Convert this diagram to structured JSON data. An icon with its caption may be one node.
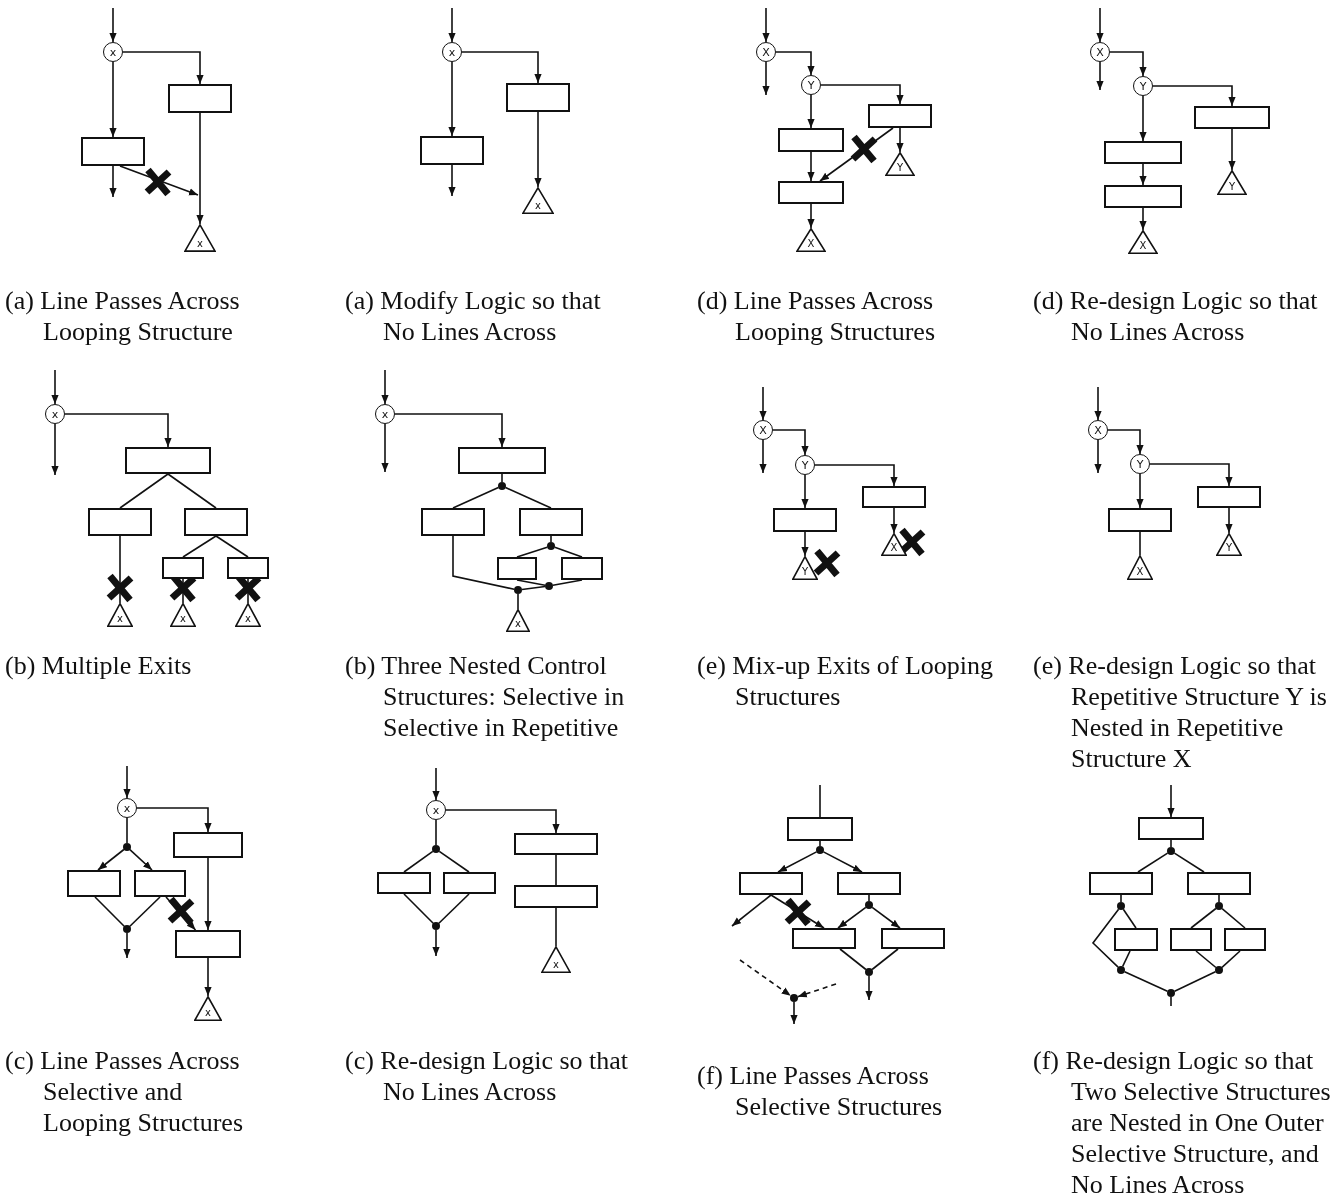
{
  "diagram": {
    "nodes": [
      {
        "text": [
          "x"
        ]
      },
      {
        "text": [],
        "shape": "box"
      },
      {
        "text": [],
        "shape": "box"
      },
      {
        "text": [
          "x"
        ]
      },
      {
        "text": [
          "x"
        ]
      },
      {
        "text": [],
        "shape": "box"
      },
      {
        "text": [],
        "shape": "box"
      },
      {
        "text": [
          "x"
        ]
      },
      {
        "text": [
          "X"
        ]
      },
      {
        "text": [
          "Y"
        ]
      },
      {
        "text": [],
        "shape": "box"
      },
      {
        "text": [],
        "shape": "box"
      },
      {
        "text": [
          "Y"
        ]
      },
      {
        "text": [],
        "shape": "box"
      },
      {
        "text": [
          "X"
        ]
      },
      {
        "text": [
          "X"
        ]
      },
      {
        "text": [
          "Y"
        ]
      },
      {
        "text": [],
        "shape": "box"
      },
      {
        "text": [],
        "shape": "box"
      },
      {
        "text": [
          "Y"
        ]
      },
      {
        "text": [],
        "shape": "box"
      },
      {
        "text": [
          "X"
        ]
      },
      {
        "text": [
          "x"
        ]
      },
      {
        "text": [],
        "shape": "box"
      },
      {
        "text": [],
        "shape": "box"
      },
      {
        "text": [],
        "shape": "box"
      },
      {
        "text": [],
        "shape": "box"
      },
      {
        "text": [],
        "shape": "box"
      },
      {
        "text": [
          "x"
        ]
      },
      {
        "text": [
          "x"
        ]
      },
      {
        "text": [
          "x"
        ]
      },
      {
        "text": [
          "x"
        ]
      },
      {
        "text": [],
        "shape": "box"
      },
      {
        "text": [],
        "shape": "dot"
      },
      {
        "text": [],
        "shape": "box"
      },
      {
        "text": [],
        "shape": "box"
      },
      {
        "text": [],
        "shape": "dot"
      },
      {
        "text": [],
        "shape": "box"
      },
      {
        "text": [],
        "shape": "box"
      },
      {
        "text": [],
        "shape": "dot"
      },
      {
        "text": [],
        "shape": "dot"
      },
      {
        "text": [
          "x"
        ]
      },
      {
        "text": [
          "X"
        ]
      },
      {
        "text": [
          "Y"
        ]
      },
      {
        "text": [],
        "shape": "box"
      },
      {
        "text": [],
        "shape": "box"
      },
      {
        "text": [
          "X"
        ]
      },
      {
        "text": [
          "Y"
        ]
      },
      {
        "text": [
          "X"
        ]
      },
      {
        "text": [
          "Y"
        ]
      },
      {
        "text": [],
        "shape": "box"
      },
      {
        "text": [],
        "shape": "box"
      },
      {
        "text": [
          "Y"
        ]
      },
      {
        "text": [
          "X"
        ]
      },
      {
        "text": [
          "x"
        ]
      },
      {
        "text": [],
        "shape": "box"
      },
      {
        "text": [],
        "shape": "dot"
      },
      {
        "text": [],
        "shape": "box"
      },
      {
        "text": [],
        "shape": "box"
      },
      {
        "text": [],
        "shape": "dot"
      },
      {
        "text": [],
        "shape": "box"
      },
      {
        "text": [
          "x"
        ]
      },
      {
        "text": [
          "x"
        ]
      },
      {
        "text": [],
        "shape": "box"
      },
      {
        "text": [],
        "shape": "dot"
      },
      {
        "text": [],
        "shape": "box"
      },
      {
        "text": [],
        "shape": "box"
      },
      {
        "text": [],
        "shape": "box"
      },
      {
        "text": [],
        "shape": "dot"
      },
      {
        "text": [
          "x"
        ]
      },
      {
        "text": [],
        "shape": "box"
      },
      {
        "text": [],
        "shape": "dot"
      },
      {
        "text": [],
        "shape": "box"
      },
      {
        "text": [],
        "shape": "box"
      },
      {
        "text": [],
        "shape": "dot"
      },
      {
        "text": [],
        "shape": "box"
      },
      {
        "text": [],
        "shape": "box"
      },
      {
        "text": [],
        "shape": "dot"
      },
      {
        "text": [],
        "shape": "dot"
      },
      {
        "text": [],
        "shape": "box"
      },
      {
        "text": [],
        "shape": "dot"
      },
      {
        "text": [],
        "shape": "box"
      },
      {
        "text": [],
        "shape": "box"
      },
      {
        "text": [],
        "shape": "dot"
      },
      {
        "text": [],
        "shape": "dot"
      },
      {
        "text": [],
        "shape": "box"
      },
      {
        "text": [],
        "shape": "box"
      },
      {
        "text": [],
        "shape": "box"
      },
      {
        "text": [],
        "shape": "dot"
      },
      {
        "text": [],
        "shape": "dot"
      },
      {
        "text": [],
        "shape": "dot"
      }
    ],
    "edges": [
      {
        "from": null,
        "to": 0,
        "arrow": "to"
      },
      {
        "from": 0,
        "to": 1,
        "arrow": "to"
      },
      {
        "from": 0,
        "to": 2,
        "arrow": "to"
      },
      {
        "from": 2,
        "to": null,
        "arrow": "to"
      },
      {
        "from": 2,
        "to": null,
        "arrow": "to"
      },
      {
        "from": 1,
        "to": 3,
        "arrow": "to"
      },
      {
        "from": null,
        "to": 4,
        "arrow": "to"
      },
      {
        "from": 4,
        "to": 5,
        "arrow": "to"
      },
      {
        "from": 4,
        "to": 6,
        "arrow": "to"
      },
      {
        "from": 6,
        "to": null,
        "arrow": "to"
      },
      {
        "from": 5,
        "to": 7,
        "arrow": "to"
      },
      {
        "from": null,
        "to": 8,
        "arrow": "to"
      },
      {
        "from": 8,
        "to": null,
        "arrow": "to"
      },
      {
        "from": 8,
        "to": 9,
        "arrow": "to"
      },
      {
        "from": 9,
        "to": 10,
        "arrow": "to"
      },
      {
        "from": 9,
        "to": 11,
        "arrow": "to"
      },
      {
        "from": 11,
        "to": 13,
        "arrow": "to"
      },
      {
        "from": 13,
        "to": 14,
        "arrow": "to"
      },
      {
        "from": 10,
        "to": 12,
        "arrow": "to"
      },
      {
        "from": 10,
        "to": 13,
        "arrow": "to"
      },
      {
        "from": null,
        "to": 15,
        "arrow": "to"
      },
      {
        "from": 15,
        "to": null,
        "arrow": "to"
      },
      {
        "from": 15,
        "to": 16,
        "arrow": "to"
      },
      {
        "from": 16,
        "to": 17,
        "arrow": "to"
      },
      {
        "from": 16,
        "to": 18,
        "arrow": "to"
      },
      {
        "from": 18,
        "to": 20,
        "arrow": "to"
      },
      {
        "from": 20,
        "to": 21,
        "arrow": "to"
      },
      {
        "from": 17,
        "to": 19,
        "arrow": "to"
      },
      {
        "from": null,
        "to": 22,
        "arrow": "to"
      },
      {
        "from": 22,
        "to": null,
        "arrow": "to"
      },
      {
        "from": 22,
        "to": 23,
        "arrow": "to"
      },
      {
        "from": 23,
        "to": 24,
        "arrow": "none"
      },
      {
        "from": 23,
        "to": 25,
        "arrow": "none"
      },
      {
        "from": 24,
        "to": 28,
        "arrow": "none"
      },
      {
        "from": 25,
        "to": 26,
        "arrow": "none"
      },
      {
        "from": 25,
        "to": 27,
        "arrow": "none"
      },
      {
        "from": 26,
        "to": 29,
        "arrow": "none"
      },
      {
        "from": 27,
        "to": 30,
        "arrow": "none"
      },
      {
        "from": null,
        "to": 31,
        "arrow": "to"
      },
      {
        "from": 31,
        "to": null,
        "arrow": "to"
      },
      {
        "from": 31,
        "to": 32,
        "arrow": "to"
      },
      {
        "from": 32,
        "to": 33,
        "arrow": "none"
      },
      {
        "from": 33,
        "to": 34,
        "arrow": "none"
      },
      {
        "from": 33,
        "to": 35,
        "arrow": "none"
      },
      {
        "from": 35,
        "to": 36,
        "arrow": "none"
      },
      {
        "from": 36,
        "to": 37,
        "arrow": "none"
      },
      {
        "from": 36,
        "to": 38,
        "arrow": "none"
      },
      {
        "from": 37,
        "to": 39,
        "arrow": "none"
      },
      {
        "from": 38,
        "to": 39,
        "arrow": "none"
      },
      {
        "from": 34,
        "to": 40,
        "arrow": "none"
      },
      {
        "from": 39,
        "to": 40,
        "arrow": "none"
      },
      {
        "from": 40,
        "to": 41,
        "arrow": "none"
      },
      {
        "from": null,
        "to": 42,
        "arrow": "to"
      },
      {
        "from": 42,
        "to": null,
        "arrow": "to"
      },
      {
        "from": 42,
        "to": 43,
        "arrow": "to"
      },
      {
        "from": 43,
        "to": 44,
        "arrow": "to"
      },
      {
        "from": 43,
        "to": 45,
        "arrow": "to"
      },
      {
        "from": 45,
        "to": 47,
        "arrow": "to"
      },
      {
        "from": 44,
        "to": 46,
        "arrow": "to"
      },
      {
        "from": null,
        "to": 48,
        "arrow": "to"
      },
      {
        "from": 48,
        "to": null,
        "arrow": "to"
      },
      {
        "from": 48,
        "to": 49,
        "arrow": "to"
      },
      {
        "from": 49,
        "to": 50,
        "arrow": "to"
      },
      {
        "from": 49,
        "to": 51,
        "arrow": "to"
      },
      {
        "from": 51,
        "to": 53,
        "arrow": "none"
      },
      {
        "from": 50,
        "to": 52,
        "arrow": "to"
      },
      {
        "from": null,
        "to": 54,
        "arrow": "to"
      },
      {
        "from": 54,
        "to": 55,
        "arrow": "to"
      },
      {
        "from": 54,
        "to": 56,
        "arrow": "none"
      },
      {
        "from": 56,
        "to": 57,
        "arrow": "to"
      },
      {
        "from": 56,
        "to": 58,
        "arrow": "to"
      },
      {
        "from": 57,
        "to": 59,
        "arrow": "none"
      },
      {
        "from": 58,
        "to": 59,
        "arrow": "none"
      },
      {
        "from": 59,
        "to": null,
        "arrow": "to"
      },
      {
        "from": 55,
        "to": 60,
        "arrow": "to"
      },
      {
        "from": 58,
        "to": 60,
        "arrow": "to"
      },
      {
        "from": 60,
        "to": 61,
        "arrow": "to"
      },
      {
        "from": null,
        "to": 62,
        "arrow": "to"
      },
      {
        "from": 62,
        "to": 63,
        "arrow": "to"
      },
      {
        "from": 62,
        "to": 64,
        "arrow": "none"
      },
      {
        "from": 64,
        "to": 65,
        "arrow": "none"
      },
      {
        "from": 64,
        "to": 66,
        "arrow": "none"
      },
      {
        "from": 65,
        "to": 68,
        "arrow": "none"
      },
      {
        "from": 66,
        "to": 68,
        "arrow": "none"
      },
      {
        "from": 68,
        "to": null,
        "arrow": "to"
      },
      {
        "from": 63,
        "to": 67,
        "arrow": "none"
      },
      {
        "from": 67,
        "to": 69,
        "arrow": "none"
      },
      {
        "from": null,
        "to": 70,
        "arrow": "none"
      },
      {
        "from": 70,
        "to": 71,
        "arrow": "none"
      },
      {
        "from": 71,
        "to": 72,
        "arrow": "to"
      },
      {
        "from": 71,
        "to": 73,
        "arrow": "to"
      },
      {
        "from": 72,
        "to": null,
        "arrow": "to"
      },
      {
        "from": 72,
        "to": 75,
        "arrow": "to"
      },
      {
        "from": 73,
        "to": 74,
        "arrow": "none"
      },
      {
        "from": 74,
        "to": 75,
        "arrow": "to"
      },
      {
        "from": 74,
        "to": 76,
        "arrow": "to"
      },
      {
        "from": 75,
        "to": 77,
        "arrow": "none"
      },
      {
        "from": 76,
        "to": 77,
        "arrow": "none"
      },
      {
        "from": 77,
        "to": null,
        "arrow": "to"
      },
      {
        "from": null,
        "to": 78,
        "arrow": "to",
        "style": "dashed"
      },
      {
        "from": null,
        "to": 78,
        "arrow": "to",
        "style": "dashed"
      },
      {
        "from": 78,
        "to": null,
        "arrow": "to"
      },
      {
        "from": null,
        "to": 79,
        "arrow": "to"
      },
      {
        "from": 79,
        "to": 80,
        "arrow": "none"
      },
      {
        "from": 80,
        "to": 81,
        "arrow": "none"
      },
      {
        "from": 80,
        "to": 82,
        "arrow": "none"
      },
      {
        "from": 81,
        "to": 83,
        "arrow": "none"
      },
      {
        "from": 82,
        "to": 84,
        "arrow": "none"
      },
      {
        "from": 83,
        "to": 88,
        "arrow": "none"
      },
      {
        "from": 83,
        "to": 85,
        "arrow": "none"
      },
      {
        "from": 85,
        "to": 88,
        "arrow": "none"
      },
      {
        "from": 84,
        "to": 86,
        "arrow": "none"
      },
      {
        "from": 84,
        "to": 87,
        "arrow": "none"
      },
      {
        "from": 86,
        "to": 89,
        "arrow": "none"
      },
      {
        "from": 87,
        "to": 89,
        "arrow": "none"
      },
      {
        "from": 88,
        "to": 90,
        "arrow": "none"
      },
      {
        "from": 89,
        "to": 90,
        "arrow": "none"
      },
      {
        "from": 90,
        "to": null,
        "arrow": "none"
      }
    ],
    "labels": [
      "(a) Line Passes Across Looping Structure",
      "(a) Modify Logic so that No Lines Across",
      "(d) Line Passes Across Looping Structures",
      "(d) Re-design Logic so that No Lines Across",
      "(b) Multiple Exits",
      "(b) Three Nested Control Structures: Selective in Selective in Repetitive",
      "(e) Mix-up Exits of Looping Structures",
      "(e) Re-design Logic so that Repetitive Structure Y is Nested in Repetitive Structure X",
      "(c) Line Passes Across Selective and Looping Structures",
      "(c) Re-design Logic so that No Lines Across",
      "(f) Line Passes Across Selective Structures",
      "(f) Re-design Logic so that Two Selective Structures are Nested in One Outer Selective Structure, and No Lines Across"
    ]
  }
}
